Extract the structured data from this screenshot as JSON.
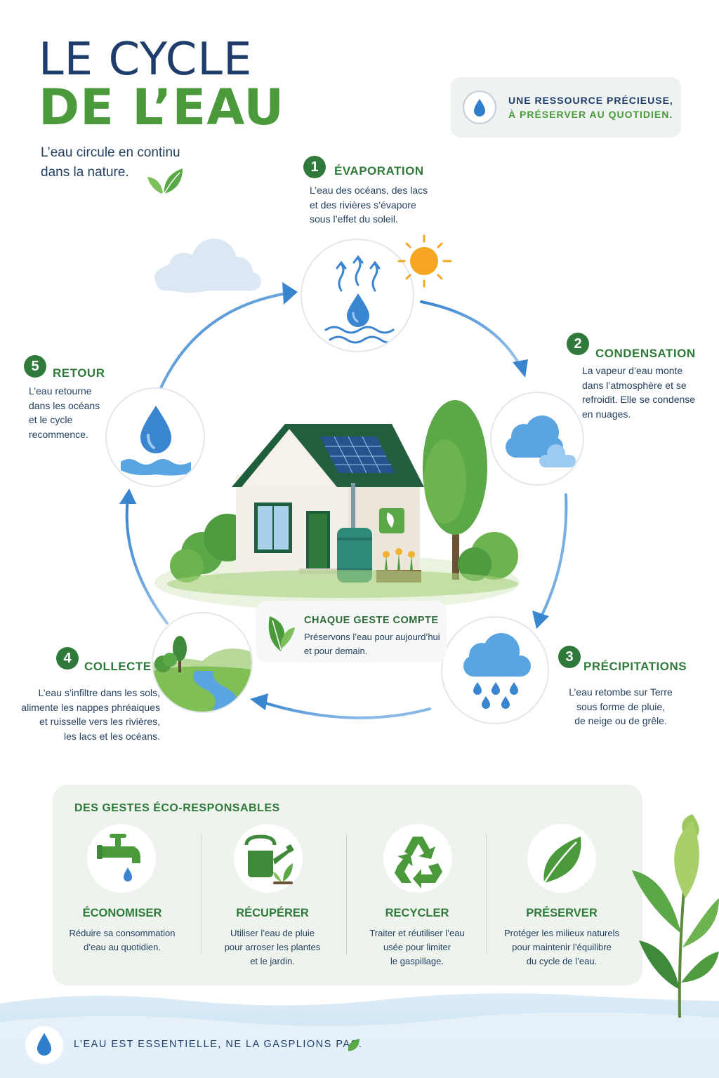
{
  "header": {
    "title_line1": "LE CYCLE",
    "title_line2": "DE L’EAU",
    "subtitle_line1": "L’eau circule en continu",
    "subtitle_line2": "dans la nature."
  },
  "badge": {
    "line1": "UNE RESSOURCE PRÉCIEUSE,",
    "line2": "À PRÉSERVER AU QUOTIDIEN.",
    "icon": "water-drop-icon"
  },
  "steps": [
    {
      "number": "1",
      "title": "ÉVAPORATION",
      "desc": [
        "L’eau des océans, des lacs",
        "et des rivières s’évapore",
        "sous l’effet du soleil."
      ],
      "icon": "evaporation-icon"
    },
    {
      "number": "2",
      "title": "CONDENSATION",
      "desc": [
        "La vapeur d’eau monte",
        "dans l’atmosphère et se",
        "refroidit. Elle se condense",
        "en nuages."
      ],
      "icon": "cloud-icon"
    },
    {
      "number": "3",
      "title": "PRÉCIPITATIONS",
      "desc": [
        "L’eau retombe sur Terre",
        "sous forme de pluie,",
        "de neige ou de grêle."
      ],
      "icon": "rain-cloud-icon"
    },
    {
      "number": "4",
      "title": "COLLECTE",
      "desc": [
        "L’eau s’infiltre dans les sols,",
        "alimente les nappes phréaiques",
        "et ruisselle vers les rivières,",
        "les lacs et les océans."
      ],
      "icon": "river-landscape-icon"
    },
    {
      "number": "5",
      "title": "RETOUR",
      "desc": [
        "L’eau retourne",
        "dans les océans",
        "et le cycle",
        "recommence."
      ],
      "icon": "water-drop-waves-icon"
    }
  ],
  "center_message": {
    "title": "CHAQUE GESTE COMPTE",
    "line1": "Préservons l’eau pour aujourd’hui",
    "line2": "et pour demain.",
    "icon": "leaf-icon"
  },
  "eco": {
    "heading": "DES GESTES ÉCO-RESPONSABLES",
    "items": [
      {
        "title": "ÉCONOMISER",
        "desc": [
          "Réduire sa consommation",
          "d’eau au quotidien."
        ],
        "icon": "faucet-icon"
      },
      {
        "title": "RÉCUPÉRER",
        "desc": [
          "Utiliser l’eau de pluie",
          "pour arroser les plantes",
          "et le jardin."
        ],
        "icon": "watering-can-icon"
      },
      {
        "title": "RECYCLER",
        "desc": [
          "Traiter et réutiliser l’eau",
          "usée pour limiter",
          "le gaspillage."
        ],
        "icon": "recycle-icon"
      },
      {
        "title": "PRÉSERVER",
        "desc": [
          "Protéger les milieux naturels",
          "pour maintenir l’équilibre",
          "du cycle de l’eau."
        ],
        "icon": "leaf-icon"
      }
    ]
  },
  "footer": {
    "text": "L’EAU EST ESSENTIELLE, NE LA GASPLIONS PAS.",
    "icon": "water-drop-icon"
  },
  "colors": {
    "navy": "#1f3d6b",
    "green": "#4a9a3c",
    "dark_green": "#2f7a3a",
    "water_blue": "#3a8fd6",
    "sun": "#f6a623"
  }
}
